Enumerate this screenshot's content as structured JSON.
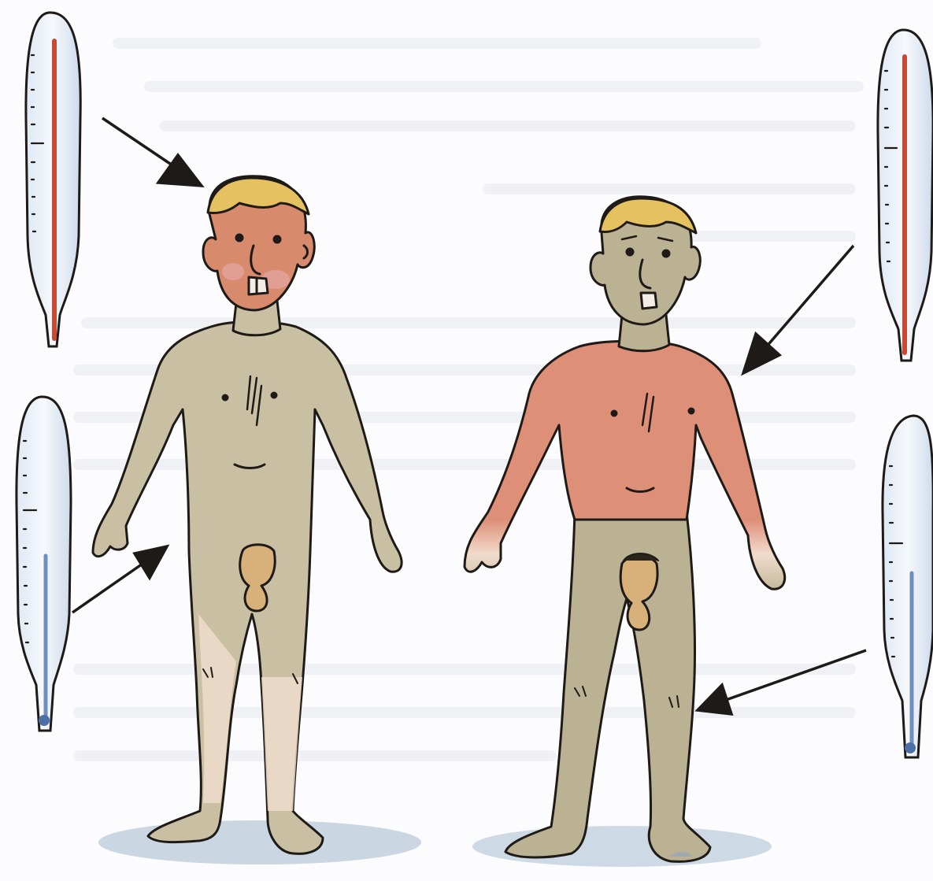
{
  "scene": {
    "background_color": "#fcfcfe",
    "ink_color": "#1e1a17",
    "figures": [
      {
        "id": "left",
        "warm_region": "head",
        "cool_region": "body",
        "warm_skin_color": "#d88a6c",
        "cool_skin_color": "#c9c0a3"
      },
      {
        "id": "right",
        "warm_region": "torso",
        "cool_region": "head-and-legs",
        "warm_skin_color": "#de8f78",
        "cool_skin_color": "#bbb293"
      }
    ],
    "thermometers": [
      {
        "id": "top-left",
        "reading": "high",
        "fluid_color": "#c84a34"
      },
      {
        "id": "bottom-left",
        "reading": "low",
        "fluid_color": "#6e8fc0"
      },
      {
        "id": "top-right",
        "reading": "high",
        "fluid_color": "#c84a34"
      },
      {
        "id": "bottom-right",
        "reading": "low",
        "fluid_color": "#6e8fc0"
      }
    ]
  }
}
